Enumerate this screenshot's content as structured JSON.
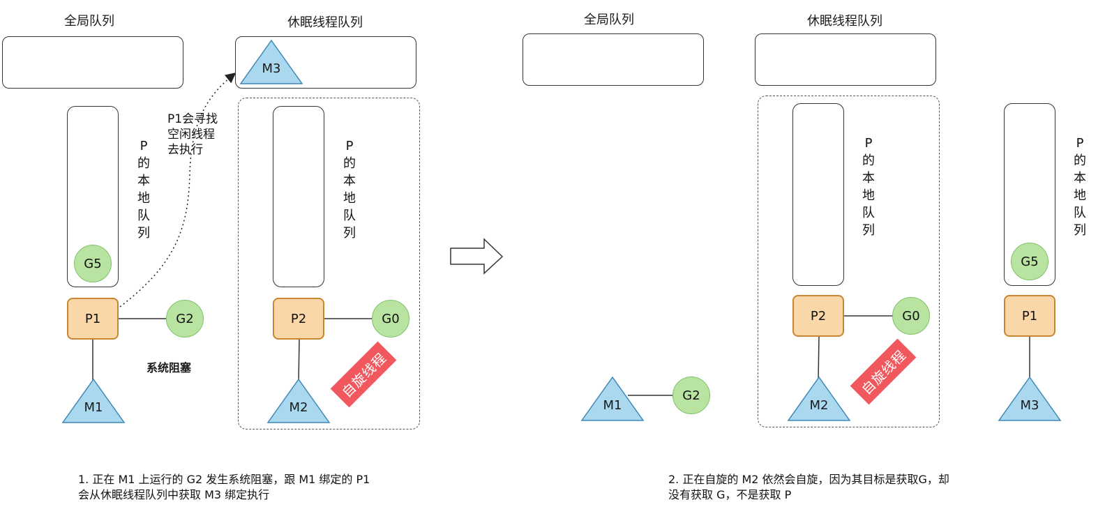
{
  "left": {
    "global_queue_label": "全局队列",
    "sleep_queue_label": "休眠线程队列",
    "local_queue_label_1": "P\n的\n本\n地\n队\n列",
    "local_queue_label_2": "P\n的\n本\n地\n队\n列",
    "m3": "M3",
    "p1": "P1",
    "p2": "P2",
    "g5": "G5",
    "g2": "G2",
    "g0": "G0",
    "m1": "M1",
    "m2": "M2",
    "note": "P1会寻找\n空闲线程\n去执行",
    "syscall_label": "系统阻塞",
    "spinning_label": "自旋线程",
    "caption": "1. 正在 M1 上运行的 G2 发生系统阻塞，跟 M1 绑定的 P1\n会从休眠线程队列中获取 M3 绑定执行"
  },
  "right": {
    "global_queue_label": "全局队列",
    "sleep_queue_label": "休眠线程队列",
    "local_queue_label_1": "P\n的\n本\n地\n队\n列",
    "local_queue_label_2": "P\n的\n本\n地\n队\n列",
    "m1": "M1",
    "g2": "G2",
    "p2": "P2",
    "g0": "G0",
    "m2": "M2",
    "g5": "G5",
    "p1": "P1",
    "m3": "M3",
    "spinning_label": "自旋线程",
    "caption": "2. 正在自旋的 M2 依然会自旋，因为其目标是获取G，却\n没有获取 G，不是获取 P"
  },
  "colors": {
    "p_fill": "#fad7a8",
    "p_border": "#c9852f",
    "g_fill": "#b8e3a0",
    "m_fill": "#a9d8ef",
    "spin_fill": "#f0585e"
  }
}
